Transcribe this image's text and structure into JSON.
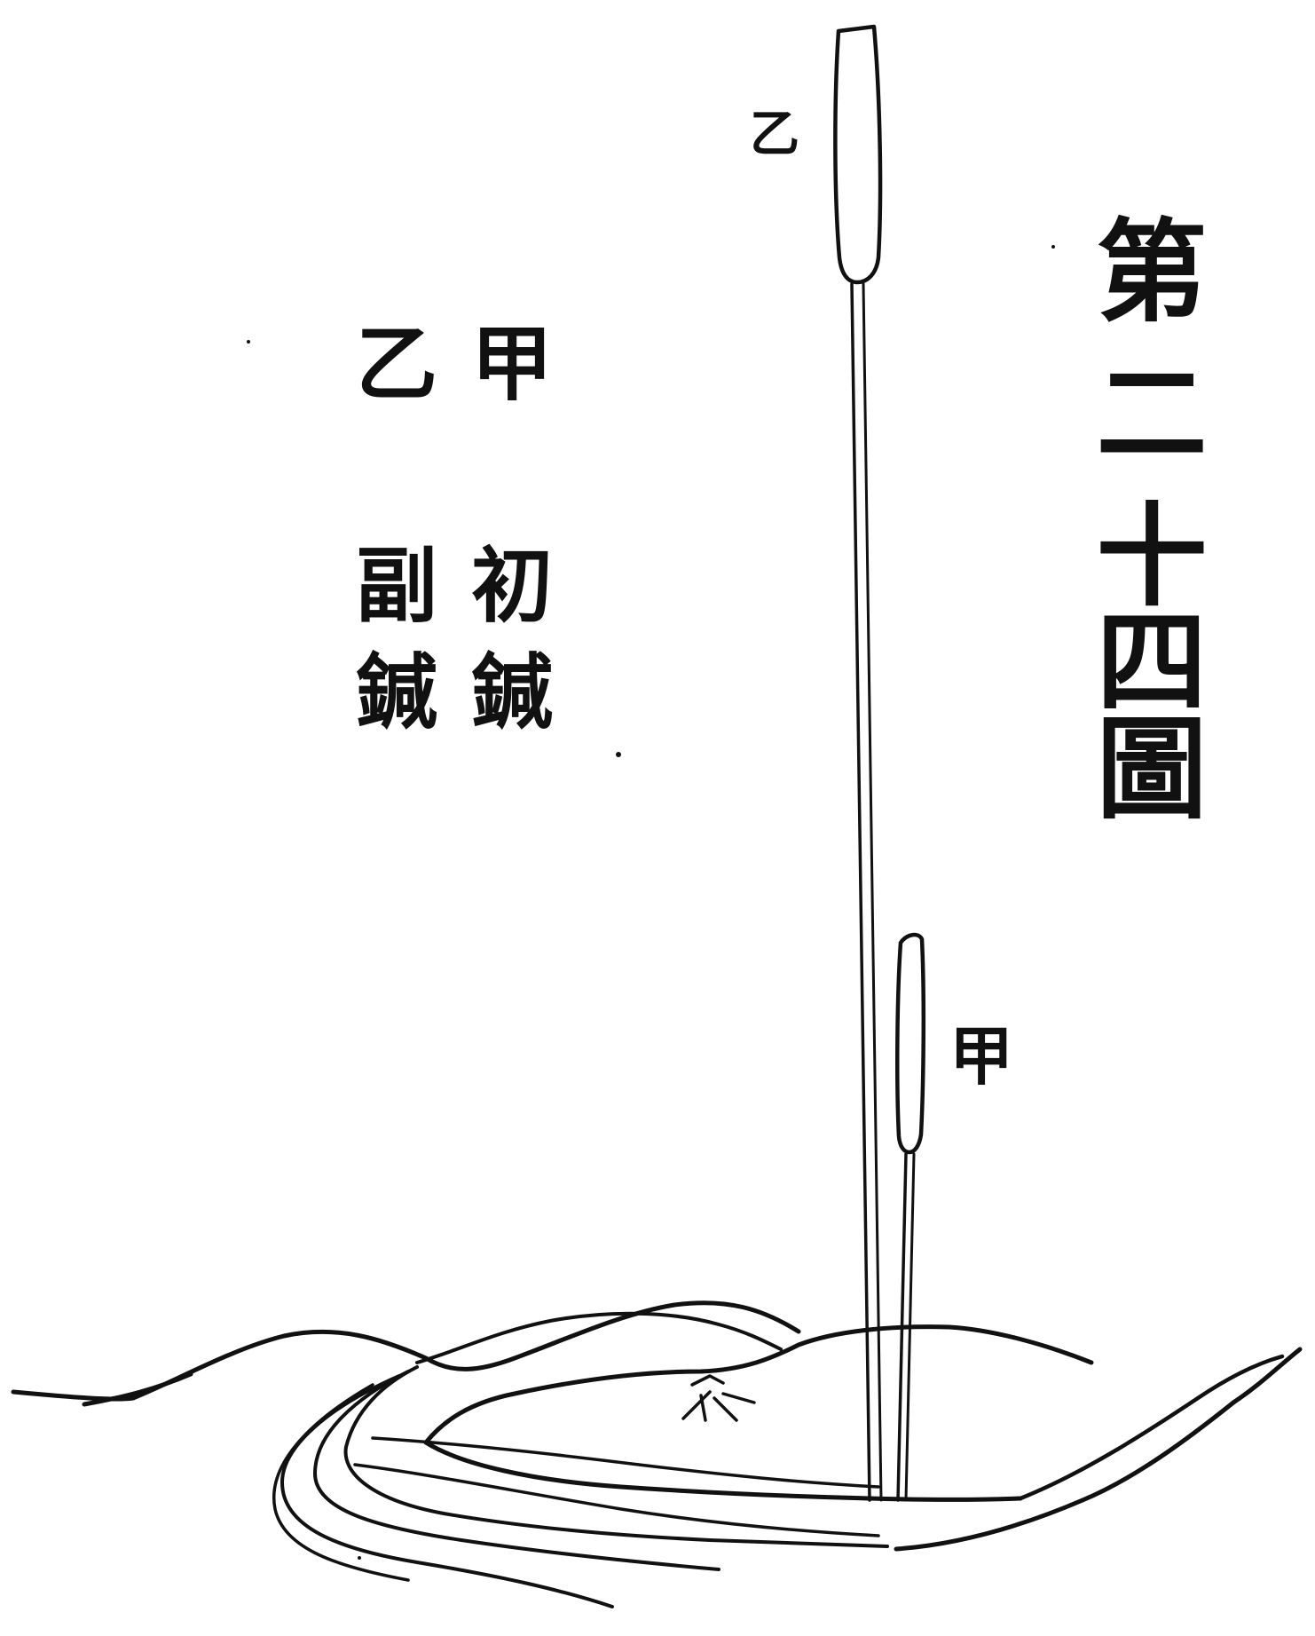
{
  "title": {
    "chars": [
      "第",
      "二",
      "十",
      "四",
      "圖"
    ]
  },
  "legend": [
    {
      "mark": "甲",
      "chars": [
        "初",
        "鍼"
      ]
    },
    {
      "mark": "乙",
      "chars": [
        "副",
        "鍼"
      ]
    }
  ],
  "needle_labels": {
    "long": "乙",
    "short": "甲"
  },
  "colors": {
    "ink": "#111111",
    "paper": "#ffffff"
  }
}
